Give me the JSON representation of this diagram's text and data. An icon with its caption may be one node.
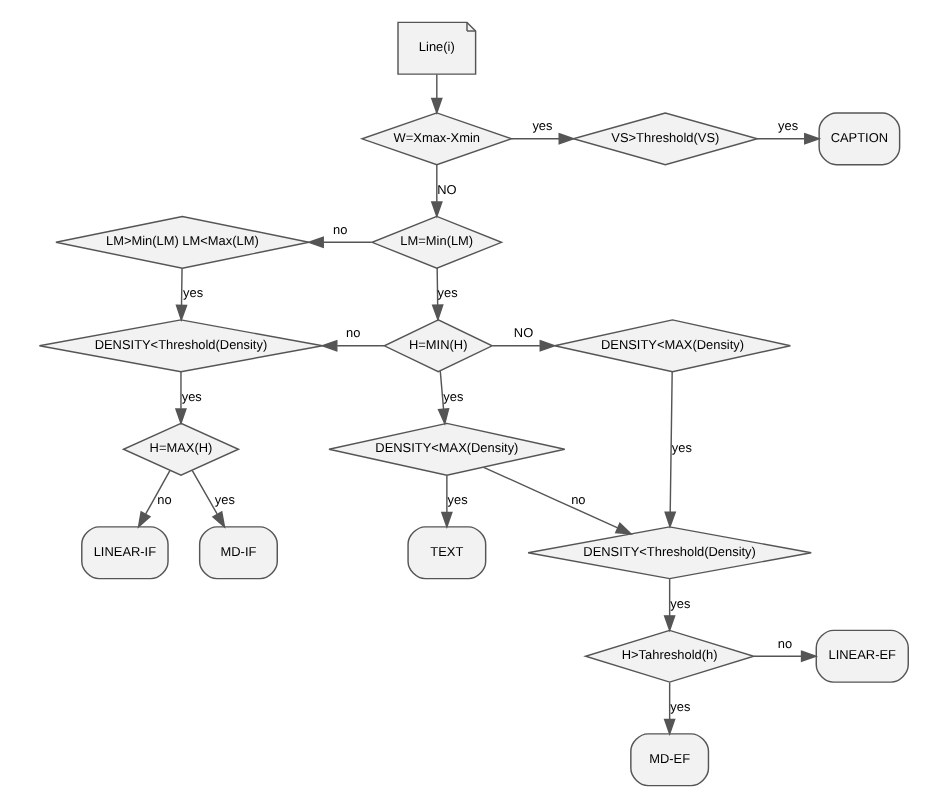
{
  "diagram": {
    "nodes": [
      {
        "text": [
          "Line(i)"
        ]
      },
      {
        "text": [
          "W=Xmax-Xmin"
        ]
      },
      {
        "text": [
          "VS>Threshold(VS)"
        ]
      },
      {
        "text": [
          "CAPTION"
        ]
      },
      {
        "text": [
          "LM=Min(LM)"
        ]
      },
      {
        "text": [
          "LM>Min(LM) LM<Max(LM)"
        ]
      },
      {
        "text": [
          "DENSITY<Threshold(Density)"
        ]
      },
      {
        "text": [
          "H=MIN(H)"
        ]
      },
      {
        "text": [
          "DENSITY<MAX(Density)"
        ]
      },
      {
        "text": [
          "LINEAR-IF"
        ]
      },
      {
        "text": [
          "H=MAX(H)"
        ]
      },
      {
        "text": [
          "DENSITY<MAX(Density)"
        ]
      },
      {
        "text": [
          "DENSITY<Threshold(Density)"
        ]
      },
      {
        "text": [
          "MD-IF"
        ]
      },
      {
        "text": [
          "TEXT"
        ]
      },
      {
        "text": [
          "H>Tahreshold(h)"
        ]
      },
      {
        "text": [
          "LINEAR-EF"
        ]
      },
      {
        "text": [
          "MD-EF"
        ]
      }
    ],
    "edges": [
      {
        "from": 0,
        "to": 1,
        "arrow": "to"
      },
      {
        "from": 1,
        "to": 2,
        "arrow": "to",
        "label": "yes"
      },
      {
        "from": 2,
        "to": 3,
        "arrow": "to",
        "label": "yes"
      },
      {
        "from": 1,
        "to": 4,
        "arrow": "to",
        "label": "NO"
      },
      {
        "from": 4,
        "to": 5,
        "arrow": "to",
        "label": "no"
      },
      {
        "from": 5,
        "to": 6,
        "arrow": "to",
        "label": "yes"
      },
      {
        "from": 4,
        "to": 7,
        "arrow": "to",
        "label": "yes"
      },
      {
        "from": 7,
        "to": 6,
        "arrow": "to",
        "label": "no"
      },
      {
        "from": 7,
        "to": 8,
        "arrow": "to",
        "label": "NO"
      },
      {
        "from": 6,
        "to": 10,
        "arrow": "to",
        "label": "yes"
      },
      {
        "from": 10,
        "to": 9,
        "arrow": "to",
        "label": "no"
      },
      {
        "from": 10,
        "to": 13,
        "arrow": "to",
        "label": "yes"
      },
      {
        "from": 7,
        "to": 11,
        "arrow": "to",
        "label": "yes"
      },
      {
        "from": 11,
        "to": 12,
        "arrow": "to",
        "label": "no"
      },
      {
        "from": 11,
        "to": 14,
        "arrow": "to",
        "label": "yes"
      },
      {
        "from": 8,
        "to": 12,
        "arrow": "to",
        "label": "yes"
      },
      {
        "from": 12,
        "to": 15,
        "arrow": "to",
        "label": "yes"
      },
      {
        "from": 15,
        "to": 16,
        "arrow": "to",
        "label": "no"
      },
      {
        "from": 15,
        "to": 17,
        "arrow": "to",
        "label": "yes"
      }
    ]
  }
}
